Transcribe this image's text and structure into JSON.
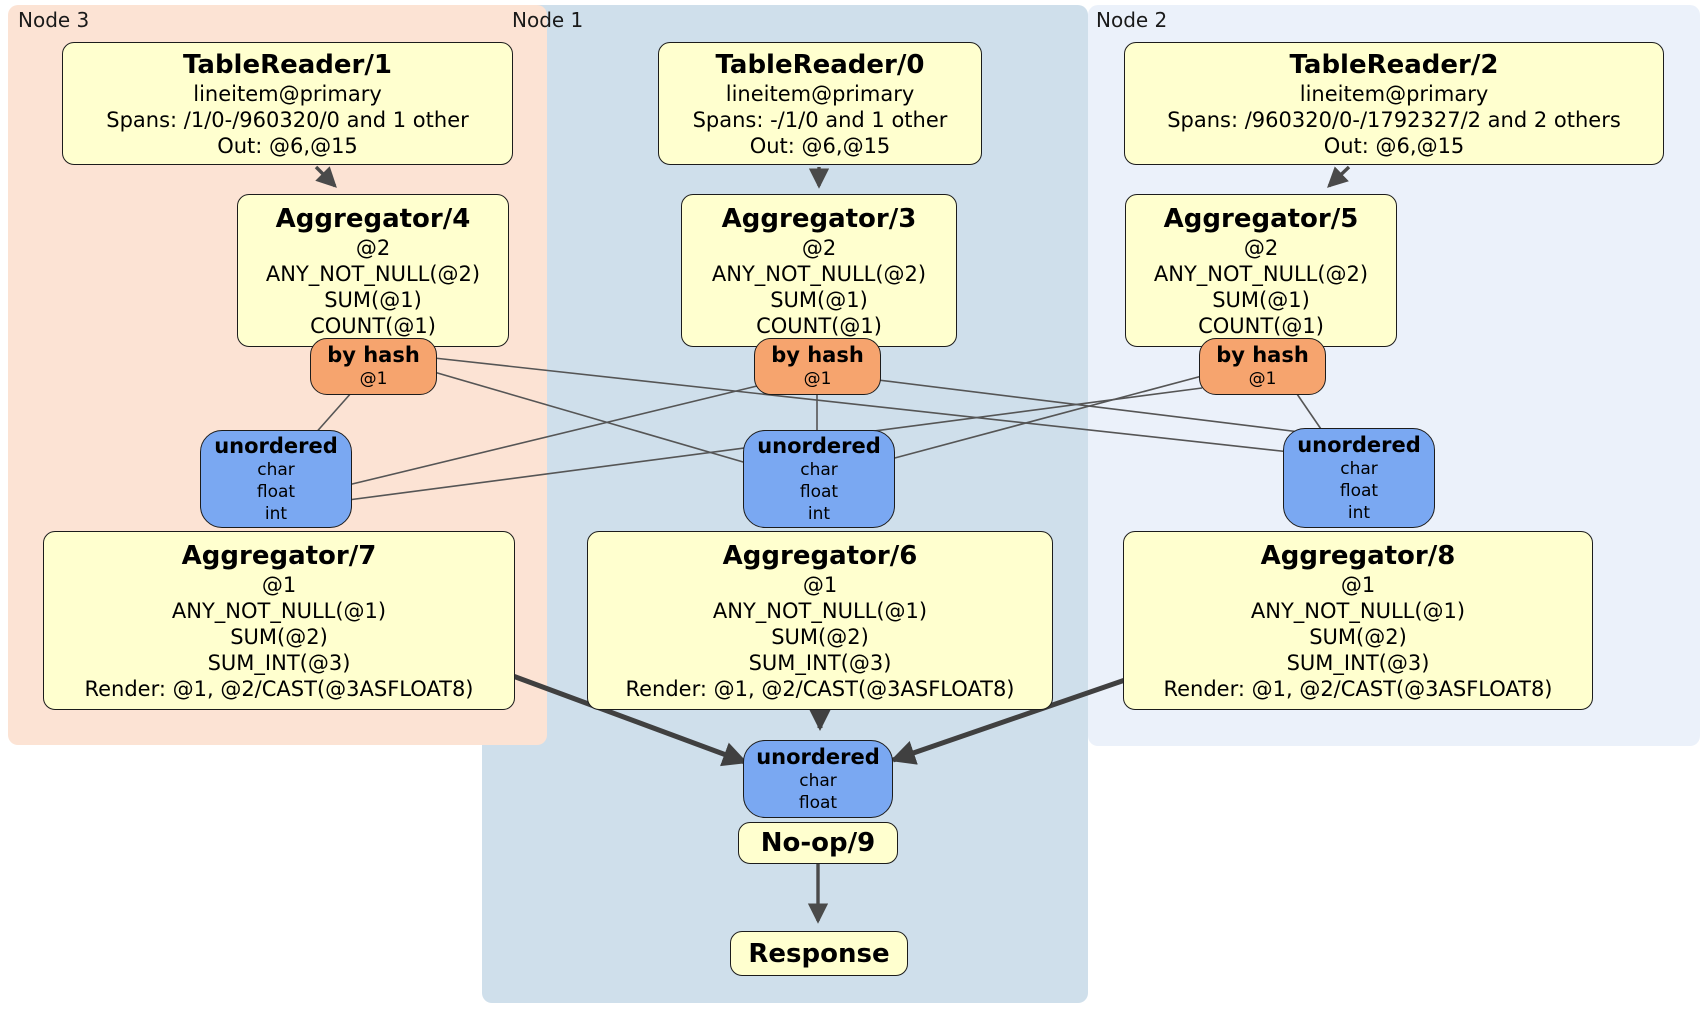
{
  "colors": {
    "node3_bg": "#fce3d4",
    "node1_bg": "#cfdfeb",
    "node2_bg": "#ebf1fa",
    "box_bg": "#ffffcf",
    "router_bg": "#f6a46e",
    "sync_bg": "#7aa8f2",
    "edge_thin": "#555555",
    "edge_thick": "#404040"
  },
  "panels": {
    "node3": {
      "label": "Node 3"
    },
    "node1": {
      "label": "Node 1"
    },
    "node2": {
      "label": "Node 2"
    }
  },
  "processors": {
    "tr1": {
      "title": "TableReader/1",
      "lines": [
        "lineitem@primary",
        "Spans: /1/0-/960320/0 and 1 other",
        "Out: @6,@15"
      ]
    },
    "tr0": {
      "title": "TableReader/0",
      "lines": [
        "lineitem@primary",
        "Spans: -/1/0 and 1 other",
        "Out: @6,@15"
      ]
    },
    "tr2": {
      "title": "TableReader/2",
      "lines": [
        "lineitem@primary",
        "Spans: /960320/0-/1792327/2 and 2 others",
        "Out: @6,@15"
      ]
    },
    "agg4": {
      "title": "Aggregator/4",
      "lines": [
        "@2",
        "ANY_NOT_NULL(@2)",
        "SUM(@1)",
        "COUNT(@1)"
      ]
    },
    "agg3": {
      "title": "Aggregator/3",
      "lines": [
        "@2",
        "ANY_NOT_NULL(@2)",
        "SUM(@1)",
        "COUNT(@1)"
      ]
    },
    "agg5": {
      "title": "Aggregator/5",
      "lines": [
        "@2",
        "ANY_NOT_NULL(@2)",
        "SUM(@1)",
        "COUNT(@1)"
      ]
    },
    "agg7": {
      "title": "Aggregator/7",
      "lines": [
        "@1",
        "ANY_NOT_NULL(@1)",
        "SUM(@2)",
        "SUM_INT(@3)",
        "Render: @1, @2/CAST(@3ASFLOAT8)"
      ]
    },
    "agg6": {
      "title": "Aggregator/6",
      "lines": [
        "@1",
        "ANY_NOT_NULL(@1)",
        "SUM(@2)",
        "SUM_INT(@3)",
        "Render: @1, @2/CAST(@3ASFLOAT8)"
      ]
    },
    "agg8": {
      "title": "Aggregator/8",
      "lines": [
        "@1",
        "ANY_NOT_NULL(@1)",
        "SUM(@2)",
        "SUM_INT(@3)",
        "Render: @1, @2/CAST(@3ASFLOAT8)"
      ]
    },
    "noop": {
      "title": "No-op/9"
    },
    "response": {
      "title": "Response"
    }
  },
  "routers": {
    "hash_node3": {
      "title": "by hash",
      "detail": "@1"
    },
    "hash_node1": {
      "title": "by hash",
      "detail": "@1"
    },
    "hash_node2": {
      "title": "by hash",
      "detail": "@1"
    }
  },
  "syncs": {
    "unordered_node3": {
      "title": "unordered",
      "types": [
        "char",
        "float",
        "int"
      ]
    },
    "unordered_node1": {
      "title": "unordered",
      "types": [
        "char",
        "float",
        "int"
      ]
    },
    "unordered_node2": {
      "title": "unordered",
      "types": [
        "char",
        "float",
        "int"
      ]
    },
    "unordered_final": {
      "title": "unordered",
      "types": [
        "char",
        "float"
      ]
    }
  }
}
